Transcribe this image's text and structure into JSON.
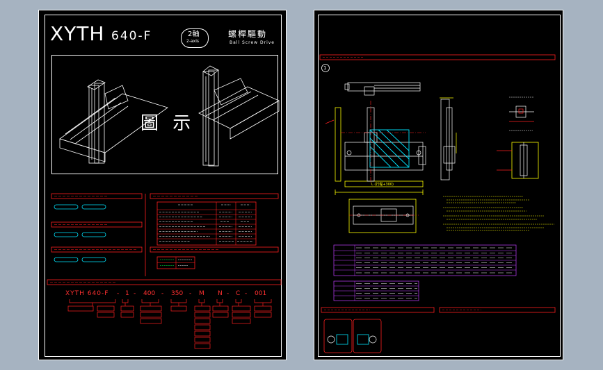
{
  "left": {
    "title_main": "XYTH",
    "title_model": "640-F",
    "axis_badge": "2軸",
    "axis_badge_sub": "2-axis",
    "title_cn": "螺桿驅動",
    "title_en": "Ball Screw Drive",
    "figure_label": "圖 示",
    "model_code": {
      "parts": [
        "XYTH 640-F",
        "-",
        "1",
        "-",
        "400",
        "-",
        "350",
        "-",
        "M",
        "N",
        "-",
        "C",
        "-",
        "001"
      ]
    }
  },
  "right": {
    "view_number": "1",
    "dim_total": "L (行程+300)"
  },
  "colors": {
    "line_white": "#ffffff",
    "line_red": "#ff2020",
    "line_cyan": "#00e5ff",
    "line_yellow": "#ffff00",
    "line_green": "#00ff40",
    "line_magenta": "#c040ff",
    "bg": "#000000",
    "desk": "#a6b3c1"
  }
}
